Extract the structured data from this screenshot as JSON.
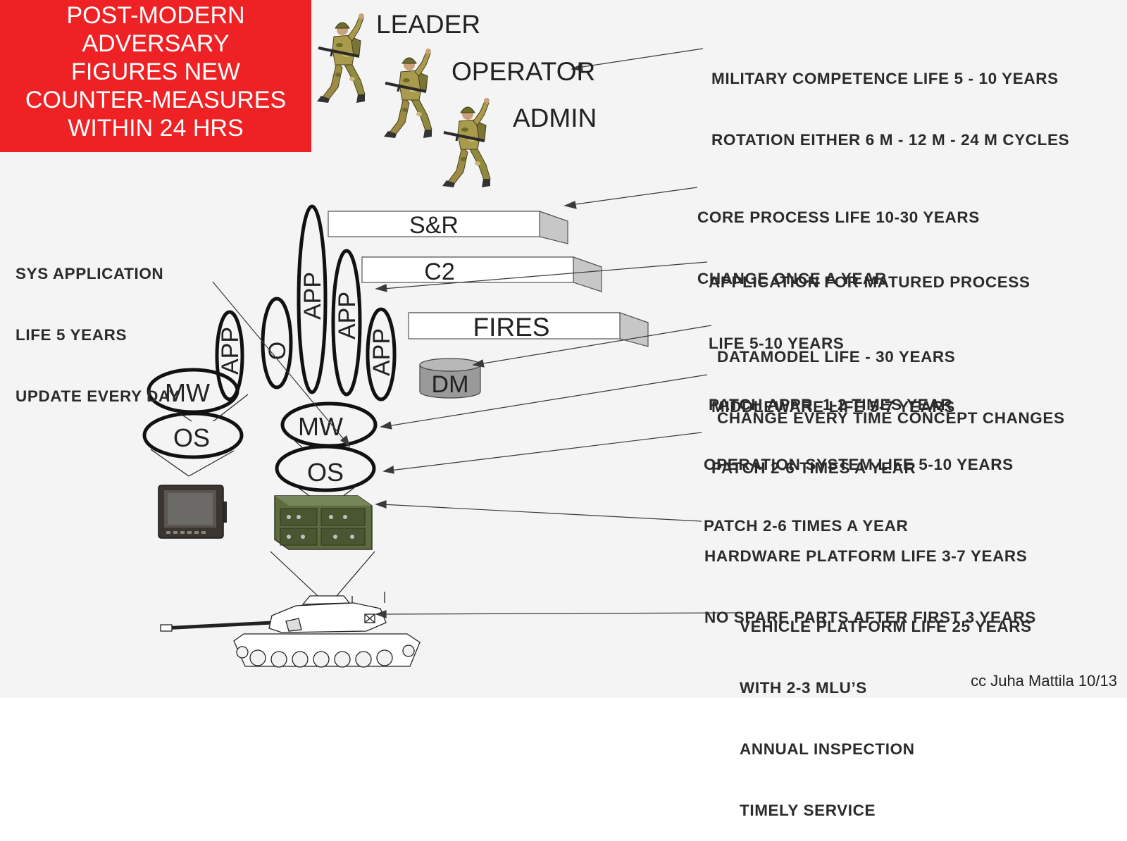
{
  "banner": {
    "lines": [
      "POST-MODERN",
      "ADVERSARY",
      "FIGURES NEW",
      "COUNTER-MEASURES",
      "WITHIN 24 HRS"
    ],
    "color": "#ee2224"
  },
  "roles": {
    "leader": "LEADER",
    "operator": "OPERATOR",
    "admin": "ADMIN"
  },
  "process_bars": {
    "sr": "S&R",
    "c2": "C2",
    "fires": "FIRES"
  },
  "components": {
    "app": "APP",
    "mw": "MW",
    "os": "OS",
    "dm": "DM"
  },
  "annotations": {
    "military": [
      "MILITARY COMPETENCE LIFE 5 - 10 YEARS",
      "ROTATION EITHER 6 M - 12 M - 24 M CYCLES"
    ],
    "core": [
      "CORE PROCESS LIFE 10-30 YEARS",
      "CHANGE ONCE A YEAR"
    ],
    "sysapp": [
      "SYS APPLICATION",
      "LIFE 5 YEARS",
      "UPDATE EVERY DAY"
    ],
    "appmatured": [
      "APPLICATION FOR MATURED PROCESS",
      "LIFE 5-10 YEARS",
      "PATCH APPR. 1-2 TIMES YEAR"
    ],
    "datamodel": [
      "DATAMODEL LIFE - 30 YEARS",
      "CHANGE EVERY TIME CONCEPT CHANGES"
    ],
    "middleware": [
      "MIDDLEWARE LIFE 5-7 YEARS",
      "PATCH 2-6 TIMES A YEAR"
    ],
    "os": [
      "OPERATION SYSTEM LIFE 5-10 YEARS",
      "PATCH 2-6 TIMES A YEAR"
    ],
    "hardware": [
      "HARDWARE PLATFORM LIFE 3-7 YEARS",
      "NO SPARE PARTS AFTER FIRST 3 YEARS"
    ],
    "vehicle": [
      "VEHICLE PLATFORM LIFE 25 YEARS",
      "WITH 2-3 MLU’S",
      "ANNUAL INSPECTION",
      "TIMELY SERVICE"
    ]
  },
  "credit": "cc Juha Mattila 10/13",
  "icons": [
    "soldier-icon",
    "display-terminal-icon",
    "radio-hardware-icon",
    "tank-icon",
    "database-cylinder-icon"
  ]
}
